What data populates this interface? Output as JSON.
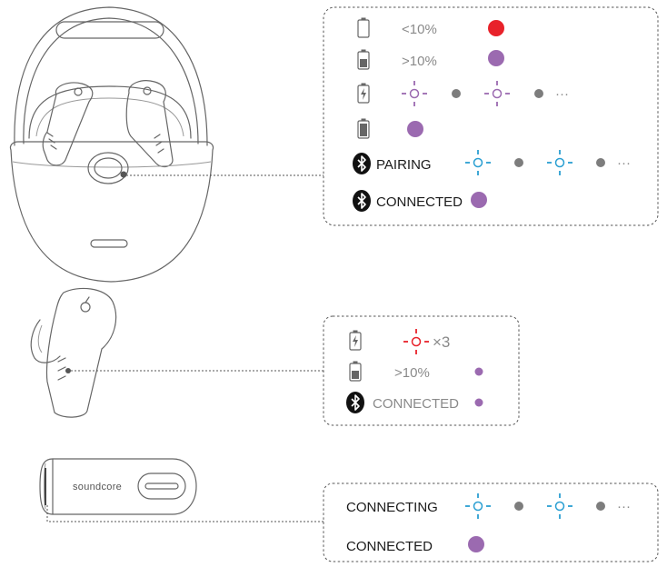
{
  "colors": {
    "red": "#e8222a",
    "purple": "#9b6ab0",
    "blue": "#2a9fd2",
    "gray": "#7d7d7d",
    "line": "#666666"
  },
  "icons": {
    "battery_low": "battery-low-icon",
    "battery_mid": "battery-mid-icon",
    "battery_charging": "battery-charging-icon",
    "battery_full": "battery-full-icon",
    "bluetooth": "bluetooth-icon",
    "light_flash": "light-flash-icon"
  },
  "case_panel": {
    "rows": [
      {
        "icon": "battery-low-icon",
        "label": "<10%",
        "indicator": "solid red"
      },
      {
        "icon": "battery-mid-icon",
        "label": ">10%",
        "indicator": "solid purple"
      },
      {
        "icon": "battery-charging-icon",
        "label": "",
        "indicator": "flashing purple"
      },
      {
        "icon": "battery-full-icon",
        "label": "",
        "indicator": "solid purple"
      },
      {
        "icon": "bluetooth-icon",
        "label": "PAIRING",
        "indicator": "flashing blue"
      },
      {
        "icon": "bluetooth-icon",
        "label": "CONNECTED",
        "indicator": "solid purple"
      }
    ],
    "ellipsis": "···"
  },
  "earbud_panel": {
    "rows": [
      {
        "icon": "battery-charging-icon",
        "label": "×3",
        "indicator": "red flash"
      },
      {
        "icon": "battery-mid-icon",
        "label": ">10%",
        "indicator": "small purple"
      },
      {
        "icon": "bluetooth-icon",
        "label": "CONNECTED",
        "indicator": "small purple"
      }
    ]
  },
  "dongle": {
    "brand": "soundcore"
  },
  "dongle_panel": {
    "rows": [
      {
        "label": "CONNECTING",
        "indicator": "flashing blue"
      },
      {
        "label": "CONNECTED",
        "indicator": "solid purple"
      }
    ],
    "ellipsis": "···"
  }
}
